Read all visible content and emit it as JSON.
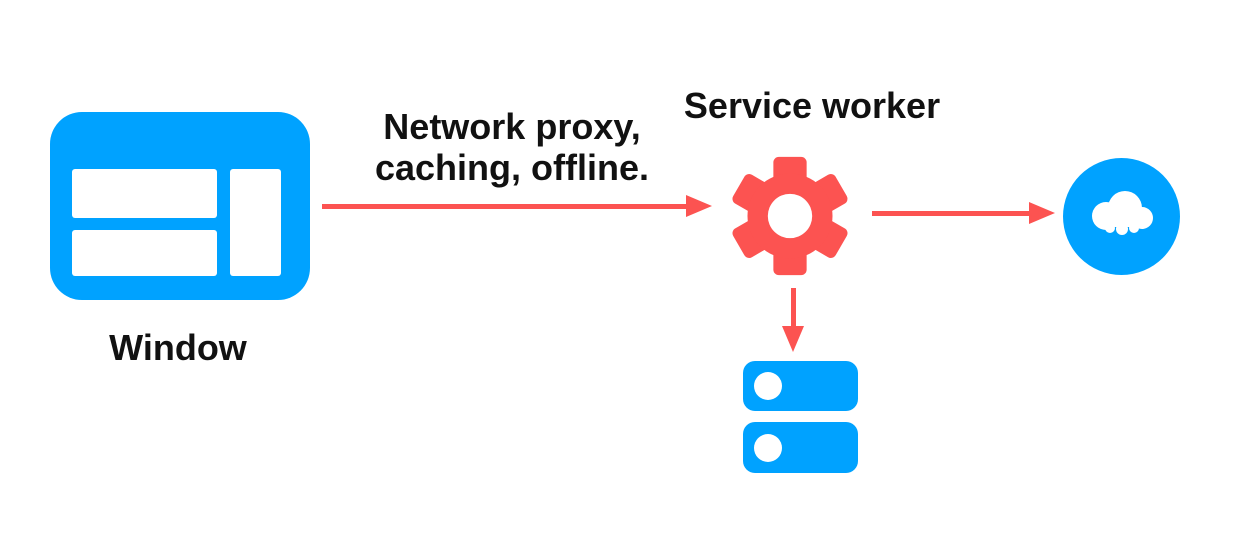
{
  "colors": {
    "blue": "#00a2ff",
    "red": "#fc5351",
    "text": "#111111",
    "background": "#ffffff"
  },
  "nodes": {
    "window": {
      "label": "Window",
      "icon": "browser-window-icon"
    },
    "service_worker": {
      "label": "Service worker",
      "icon": "gear-icon"
    },
    "network": {
      "icon": "cloud-icon"
    },
    "storage": {
      "icon": "database-icon"
    }
  },
  "annotations": {
    "proxy_note": {
      "line1": "Network proxy,",
      "line2": "caching, offline."
    }
  },
  "edges": [
    {
      "from": "window",
      "to": "service_worker",
      "direction": "right",
      "label": "Network proxy, caching, offline."
    },
    {
      "from": "service_worker",
      "to": "network",
      "direction": "right",
      "label": ""
    },
    {
      "from": "service_worker",
      "to": "storage",
      "direction": "down",
      "label": ""
    }
  ]
}
